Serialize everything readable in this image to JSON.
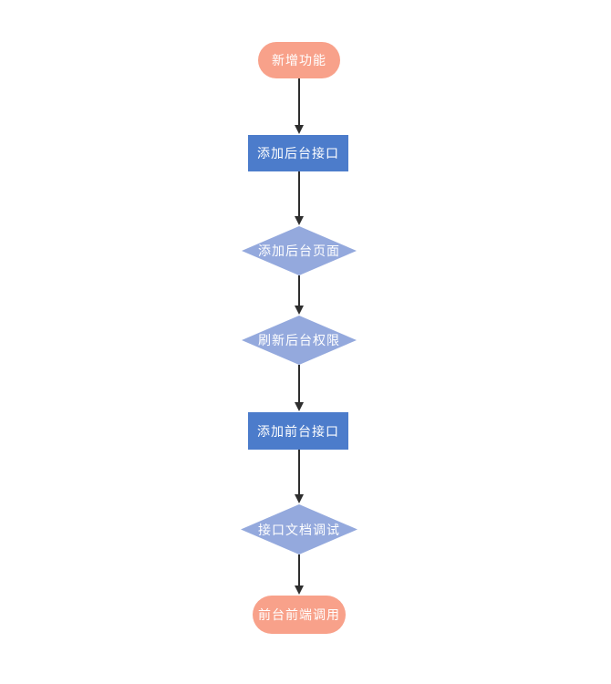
{
  "diagram": {
    "type": "flowchart",
    "direction": "top-to-bottom",
    "colors": {
      "background": "#ffffff",
      "terminal_fill": "#F8A18A",
      "process_fill": "#4C7CCB",
      "decision_fill": "#94A9DD",
      "label_color": "#ffffff",
      "connector_color": "#2e2e2e"
    },
    "nodes": [
      {
        "id": "start",
        "shape": "terminal",
        "label": "新增功能"
      },
      {
        "id": "add-backend-api",
        "shape": "process",
        "label": "添加后台接口"
      },
      {
        "id": "add-backend-page",
        "shape": "decision",
        "label": "添加后台页面"
      },
      {
        "id": "refresh-backend-permissions",
        "shape": "decision",
        "label": "刷新后台权限"
      },
      {
        "id": "add-frontend-api",
        "shape": "process",
        "label": "添加前台接口"
      },
      {
        "id": "api-doc-debug",
        "shape": "decision",
        "label": "接口文档调试"
      },
      {
        "id": "frontend-call",
        "shape": "terminal",
        "label": "前台前端调用"
      }
    ],
    "edges": [
      {
        "from": "start",
        "to": "add-backend-api"
      },
      {
        "from": "add-backend-api",
        "to": "add-backend-page"
      },
      {
        "from": "add-backend-page",
        "to": "refresh-backend-permissions"
      },
      {
        "from": "refresh-backend-permissions",
        "to": "add-frontend-api"
      },
      {
        "from": "add-frontend-api",
        "to": "api-doc-debug"
      },
      {
        "from": "api-doc-debug",
        "to": "frontend-call"
      }
    ]
  }
}
